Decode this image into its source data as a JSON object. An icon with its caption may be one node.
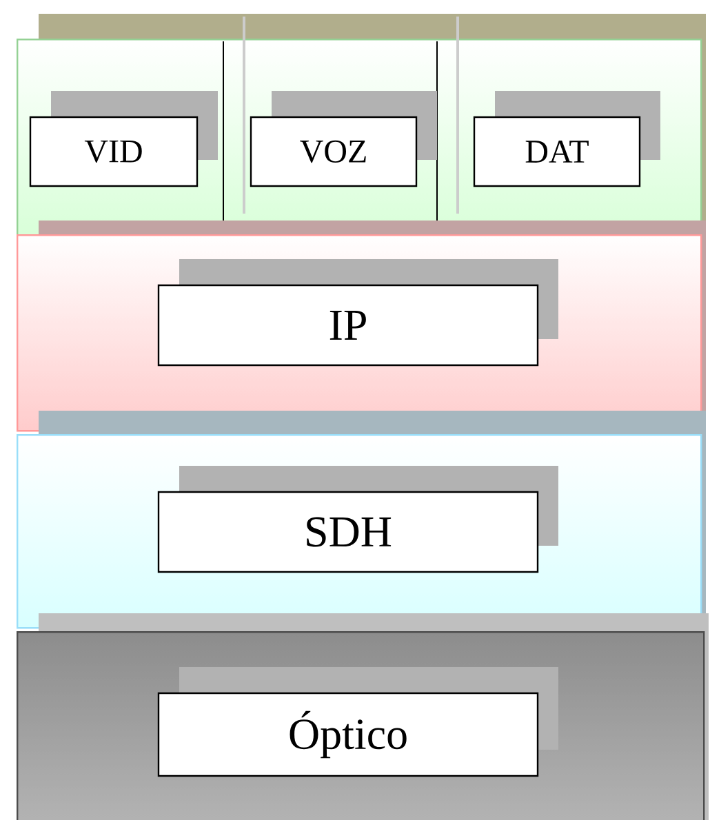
{
  "diagram": {
    "nodes": [
      {
        "text": [],
        "shape": "box"
      },
      {
        "text": [
          "VID"
        ],
        "in": 0
      },
      {
        "text": [
          "VOZ"
        ],
        "in": 0
      },
      {
        "text": [
          "DAT"
        ],
        "in": 0
      },
      {
        "text": [],
        "shape": "box"
      },
      {
        "text": [
          "IP"
        ],
        "in": 4
      },
      {
        "text": [],
        "shape": "box"
      },
      {
        "text": [
          "SDH"
        ],
        "in": 6
      },
      {
        "text": [],
        "shape": "box"
      },
      {
        "text": [
          "Óptico"
        ],
        "in": 8
      }
    ]
  }
}
